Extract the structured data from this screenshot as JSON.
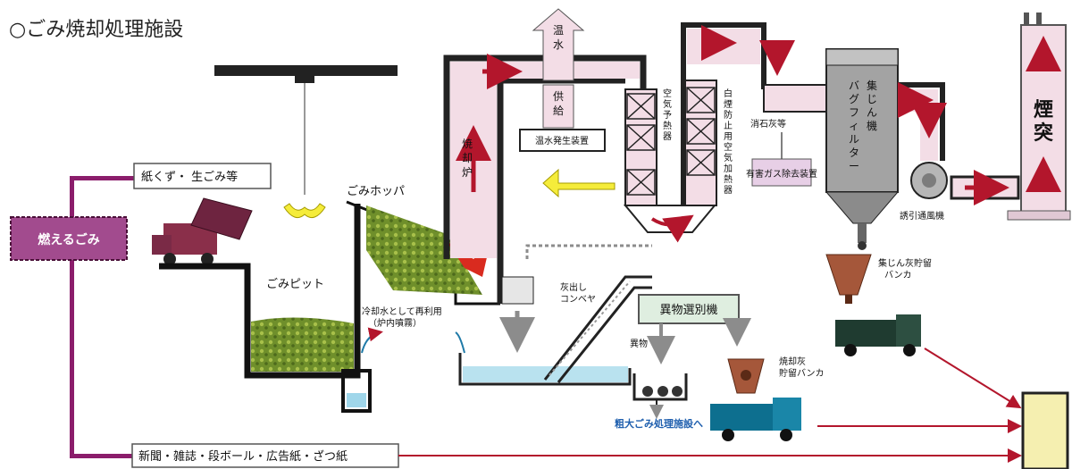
{
  "title": "○ごみ焼却処理施設",
  "labels": {
    "burnable": "燃えるごみ",
    "paper_waste": "紙くず・ 生ごみ等",
    "recyclables": "新聞・雑誌・段ボール・広告紙・ざつ紙",
    "pit": "ごみピット",
    "hopper": "ごみホッパ",
    "furnace": "焼却炉",
    "hot_water": "温水",
    "supply": "供給",
    "hot_water_unit": "温水発生装置",
    "air_preheater": "空気予熱器",
    "white_smoke": "白煙防止用空気加熱器",
    "slaked_lime": "消石灰等",
    "toxic_gas": "有害ガス除去装置",
    "bag_filter_1": "集じん機",
    "bag_filter_2": "バグフィルター",
    "induced_fan": "誘引通風機",
    "chimney": "煙突",
    "fly_ash_bunker": "集じん灰貯留バンカ",
    "ash_conveyor": "灰出しコンベヤ",
    "sorter": "異物選別機",
    "foreign": "異物",
    "bottom_ash_bunker": "焼却灰貯留バンカ",
    "bulky": "粗大ごみ処理施設へ",
    "cooling_water": "冷却水として再利用（炉内噴霧）"
  },
  "colors": {
    "duct": "#f3dde6",
    "duct_border": "#2a2a2a",
    "arrow_red": "#b3162c",
    "magenta": "#8b1d6b",
    "burnable_fill": "#a24b8e",
    "truck_red": "#8a2f4a",
    "truck_green": "#1f3b30",
    "truck_blue": "#0d6f8f",
    "hopper_brown": "#a5573a",
    "yellow": "#f5ec3a",
    "garbage": "#6f8f2b",
    "grey_unit": "#9c9c9c"
  }
}
